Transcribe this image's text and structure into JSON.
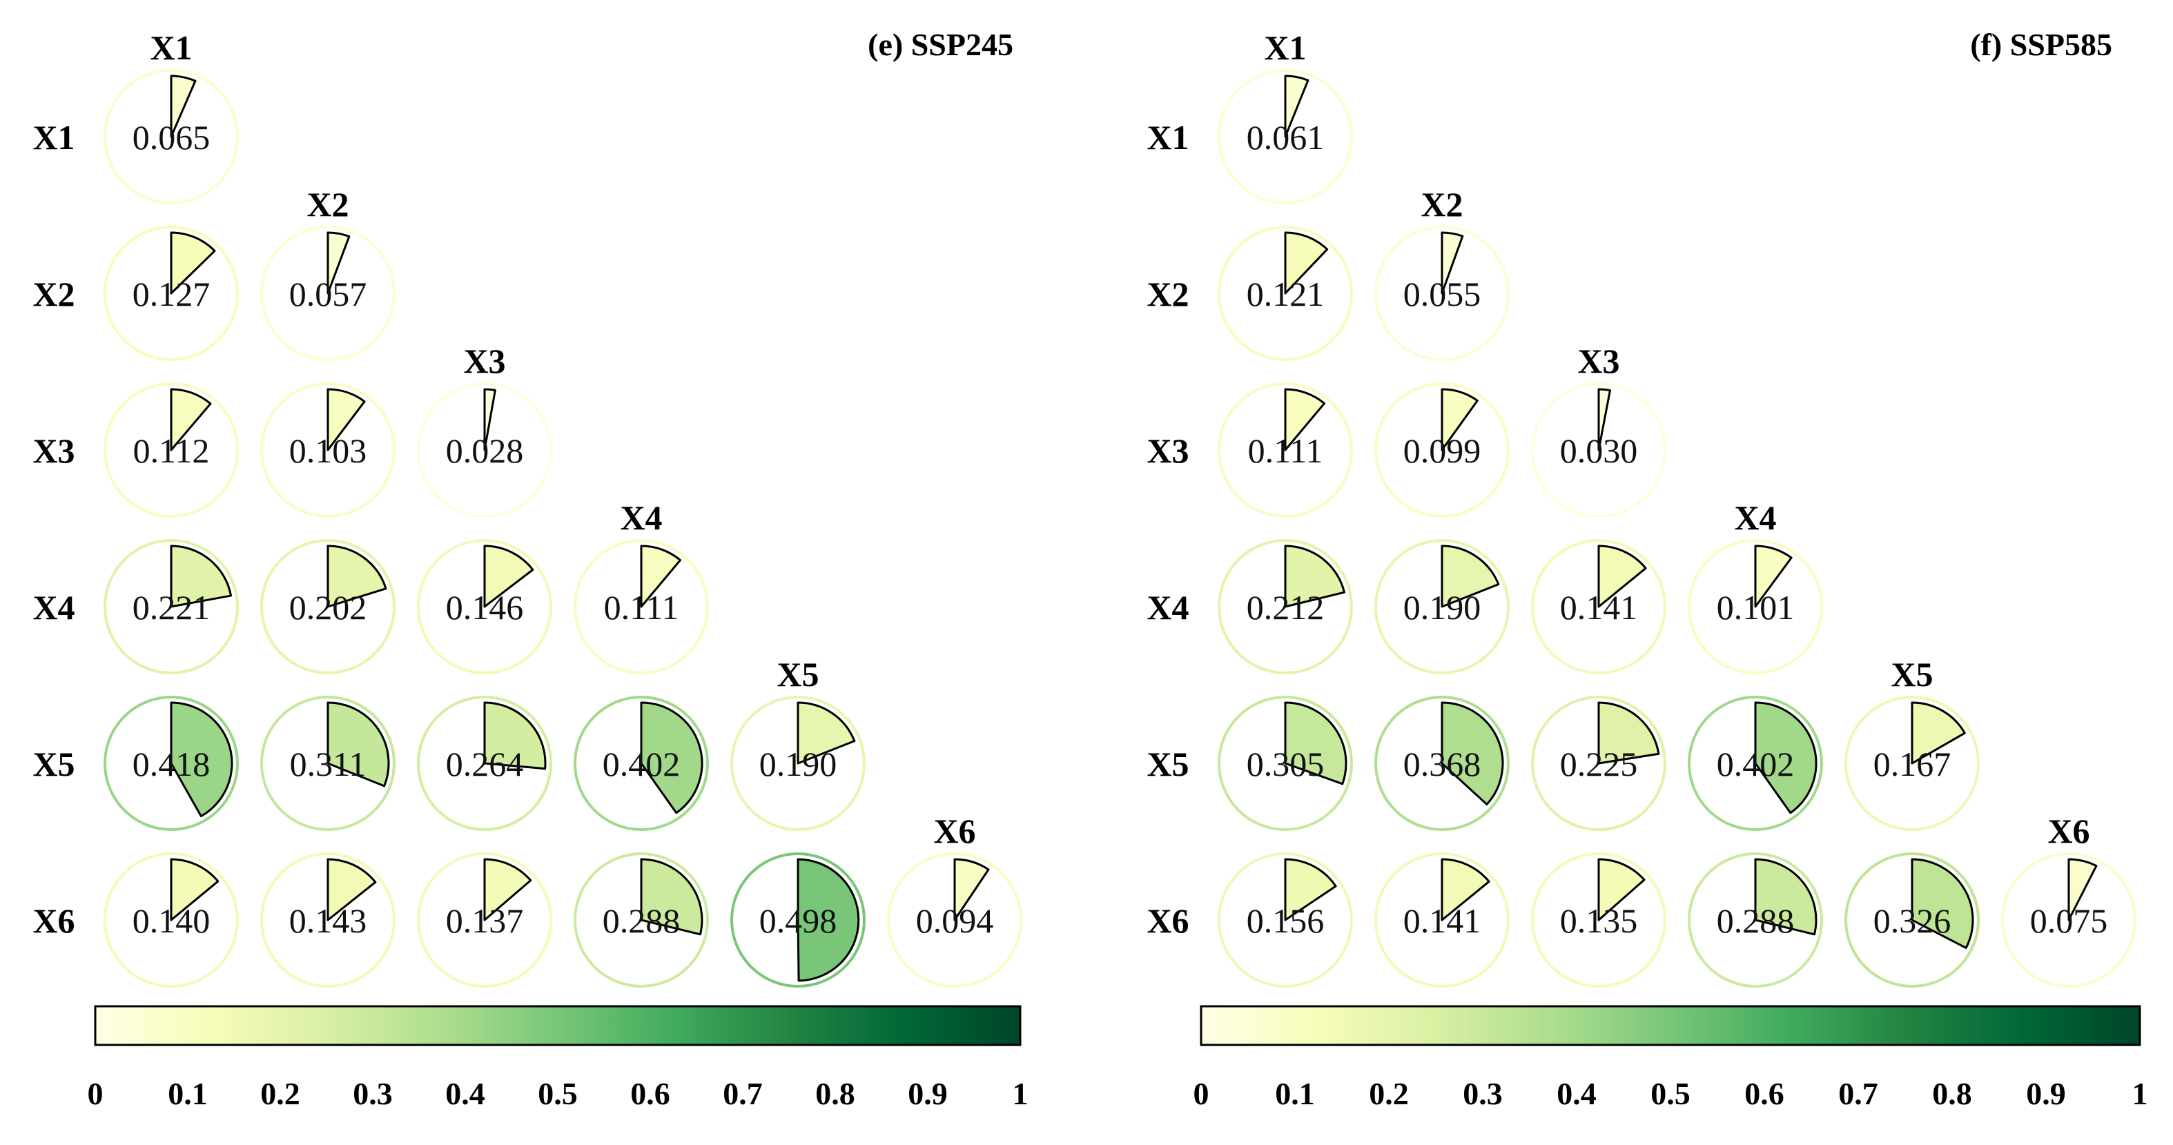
{
  "chart_data": [
    {
      "type": "pie",
      "title": "(e) SSP245",
      "variables": [
        "X1",
        "X2",
        "X3",
        "X4",
        "X5",
        "X6"
      ],
      "matrix": [
        [
          0.065
        ],
        [
          0.127,
          0.057
        ],
        [
          0.112,
          0.103,
          0.028
        ],
        [
          0.221,
          0.202,
          0.146,
          0.111
        ],
        [
          0.418,
          0.311,
          0.264,
          0.402,
          0.19
        ],
        [
          0.14,
          0.143,
          0.137,
          0.288,
          0.498,
          0.094
        ]
      ],
      "matrix_labels": [
        [
          "0.065"
        ],
        [
          "0.127",
          "0.057"
        ],
        [
          "0.112",
          "0.103",
          "0.028"
        ],
        [
          "0.221",
          "0.202",
          "0.146",
          "0.111"
        ],
        [
          "0.418",
          "0.311",
          "0.264",
          "0.402",
          "0.190"
        ],
        [
          "0.140",
          "0.143",
          "0.137",
          "0.288",
          "0.498",
          "0.094"
        ]
      ],
      "colorbar": {
        "range": [
          0,
          1
        ],
        "ticks": [
          "0",
          "0.1",
          "0.2",
          "0.3",
          "0.4",
          "0.5",
          "0.6",
          "0.7",
          "0.8",
          "0.9",
          "1"
        ],
        "colormap": "Greens",
        "placement": "bottom"
      }
    },
    {
      "type": "pie",
      "title": "(f) SSP585",
      "variables": [
        "X1",
        "X2",
        "X3",
        "X4",
        "X5",
        "X6"
      ],
      "matrix": [
        [
          0.061
        ],
        [
          0.121,
          0.055
        ],
        [
          0.111,
          0.099,
          0.03
        ],
        [
          0.212,
          0.19,
          0.141,
          0.101
        ],
        [
          0.305,
          0.368,
          0.225,
          0.402,
          0.167
        ],
        [
          0.156,
          0.141,
          0.135,
          0.288,
          0.326,
          0.075
        ]
      ],
      "matrix_labels": [
        [
          "0.061"
        ],
        [
          "0.121",
          "0.055"
        ],
        [
          "0.111",
          "0.099",
          "0.030"
        ],
        [
          "0.212",
          "0.190",
          "0.141",
          "0.101"
        ],
        [
          "0.305",
          "0.368",
          "0.225",
          "0.402",
          "0.167"
        ],
        [
          "0.156",
          "0.141",
          "0.135",
          "0.288",
          "0.326",
          "0.075"
        ]
      ],
      "colorbar": {
        "range": [
          0,
          1
        ],
        "ticks": [
          "0",
          "0.1",
          "0.2",
          "0.3",
          "0.4",
          "0.5",
          "0.6",
          "0.7",
          "0.8",
          "0.9",
          "1"
        ],
        "colormap": "Greens",
        "placement": "bottom"
      }
    }
  ],
  "colors": {
    "greens_scale": [
      "#ffffe5",
      "#f7fcb9",
      "#d9f0a3",
      "#addd8e",
      "#78c679",
      "#41ab5d",
      "#238443",
      "#006837",
      "#004529"
    ],
    "wedge_edge": "#000000",
    "text": "#111111"
  }
}
